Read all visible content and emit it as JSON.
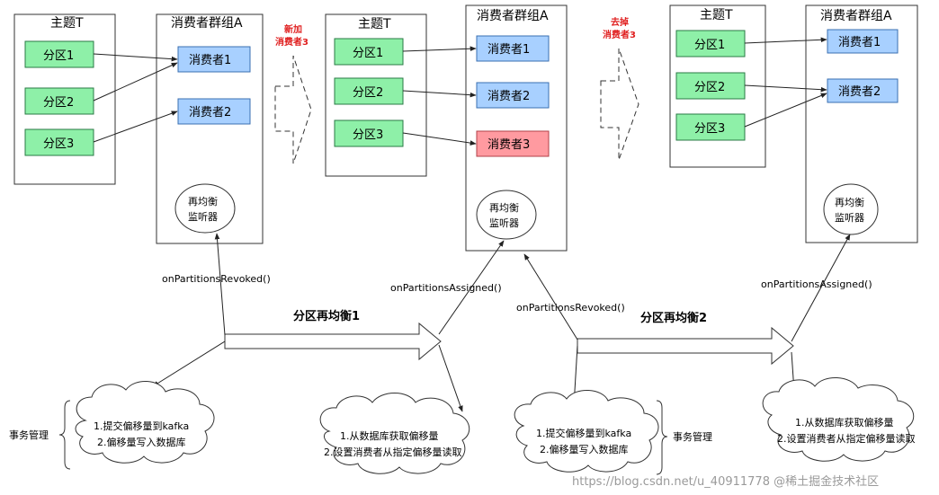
{
  "topic_title": "主题T",
  "group_title": "消费者群组A",
  "partitions": [
    "分区1",
    "分区2",
    "分区3"
  ],
  "consumers": [
    "消费者1",
    "消费者2",
    "消费者3"
  ],
  "listener_lines": [
    "再均衡",
    "监听器"
  ],
  "step_add": [
    "新加",
    "消费者3"
  ],
  "step_remove": [
    "去掉",
    "消费者3"
  ],
  "callback_revoked": "onPartitionsRevoked()",
  "callback_assigned": "onPartitionsAssigned()",
  "rebalance_1": "分区再均衡1",
  "rebalance_2": "分区再均衡2",
  "commit_notes": [
    "1.提交偏移量到kafka",
    "2.偏移量写入数据库"
  ],
  "seek_notes": [
    "1.从数据库获取偏移量",
    "2.设置消费者从指定偏移量读取"
  ],
  "transaction_label": "事务管理",
  "watermark": "https://blog.csdn.net/u_40911778  @稀土掘金技术社区",
  "colors": {
    "partition_fill": "#8ef0a8",
    "consumer_fill": "#a8d0ff",
    "new_consumer_fill": "#ff9aa0",
    "step_text": "#e02020"
  }
}
